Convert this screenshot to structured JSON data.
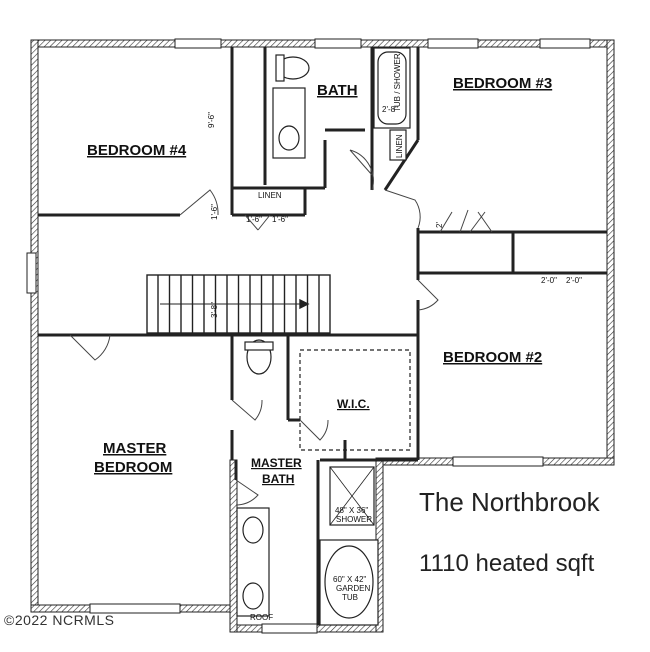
{
  "plan_name": "The Northbrook",
  "heated_sqft": "1110 heated sqft",
  "copyright": "©2022 NCRMLS",
  "rooms": {
    "bedroom4": "BEDROOM #4",
    "bath": "BATH",
    "bedroom3": "BEDROOM #3",
    "bedroom2": "BEDROOM #2",
    "master_line1": "MASTER",
    "master_line2": "BEDROOM",
    "wic": "W.I.C.",
    "master_bath_line1": "MASTER",
    "master_bath_line2": "BATH"
  },
  "labels": {
    "linen_hall": "LINEN",
    "linen_bath": "LINEN",
    "tub_shower": "TUB / SHOWER",
    "shower_line1": "48\" X 36\"",
    "shower_line2": "SHOWER",
    "tub_line1": "60\" X 42\"",
    "tub_line2": "GARDEN",
    "tub_line3": "TUB",
    "roof": "ROOF",
    "dim_tub": "2'-8\"",
    "dim_stair": "3'-8\"",
    "dim_linen_a": "1'-6\"",
    "dim_linen_b": "1'-6\"",
    "dim_closet_a": "2'-0\"",
    "dim_closet_b": "2'-0\"",
    "dim_b4_closet": "9'-6\"",
    "dim_hall": "1'-6\"",
    "dim_b3_door": "2'"
  }
}
